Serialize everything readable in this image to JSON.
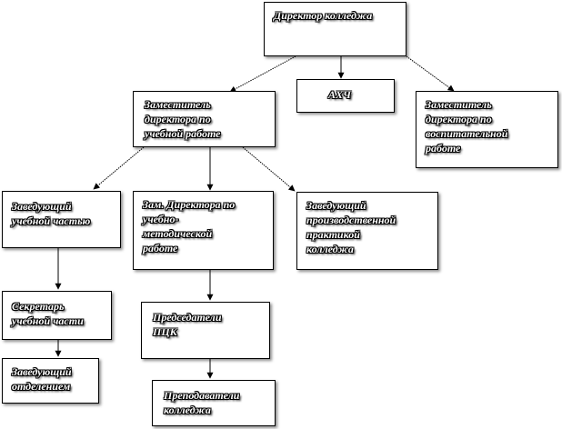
{
  "nodes": {
    "director": "Директор колледжа",
    "deputy_academic": "Заместитель\nдиректора по\nучебной работе",
    "ahch": "АХЧ",
    "deputy_upbringing": "Заместитель\nдиректора по\nвоспитательной\nработе",
    "head_academic_part": "Заведующий\nучебной частью",
    "deputy_methodical": "Зам. Директора по\nучебно-\nметодической\nработе",
    "head_practice": "Заведующий\nпроизводственной\nпрактикой\nколледжа",
    "secretary": "Секретарь\nучебной части",
    "chairs_pck": "Председатели\nПЦК",
    "head_department": "Заведующий\nотделением",
    "teachers": "Преподаватели\nколледжа"
  },
  "colors": {
    "line": "#000000",
    "box_border": "#000000",
    "text": "#ffffff",
    "text_outline": "#000000"
  }
}
